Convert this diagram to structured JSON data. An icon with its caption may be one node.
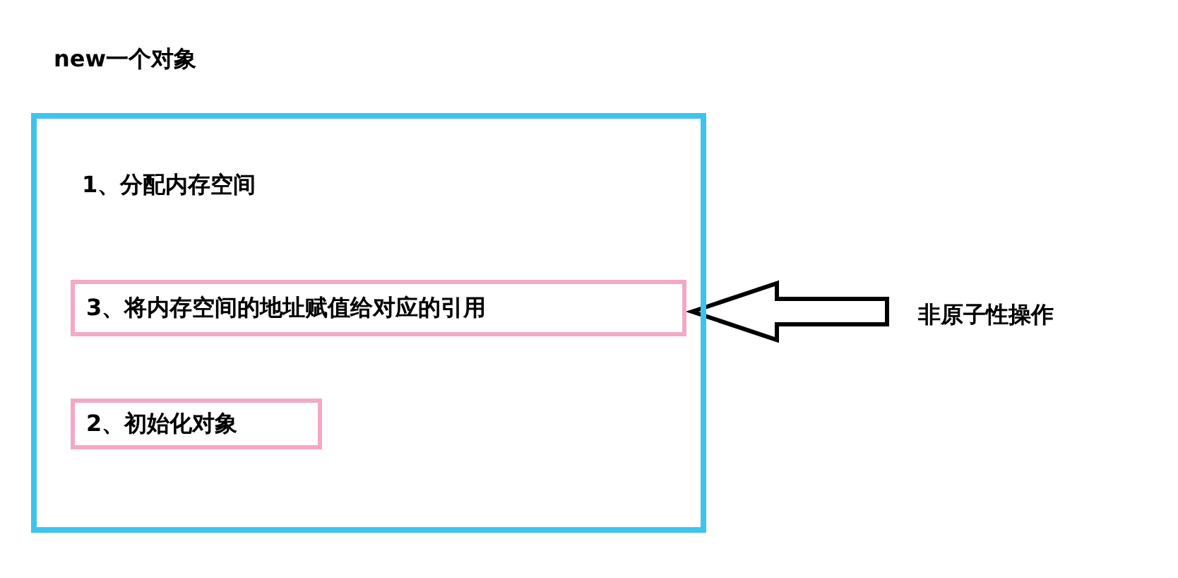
{
  "diagram": {
    "title": "new一个对象",
    "nodes": [
      {
        "text": [],
        "shape": "box"
      },
      {
        "text": [
          "1、分配内存空间"
        ],
        "in": 0
      },
      {
        "text": [
          "3、将内存空间的地址赋值给对应的引用"
        ],
        "in": 0
      },
      {
        "text": [
          "2、初始化对象"
        ],
        "in": 0
      },
      {
        "text": [
          "非原子性操作"
        ]
      }
    ],
    "edges": [
      {
        "from": 4,
        "to": 2,
        "arrow": "to",
        "style": "thick"
      }
    ]
  }
}
